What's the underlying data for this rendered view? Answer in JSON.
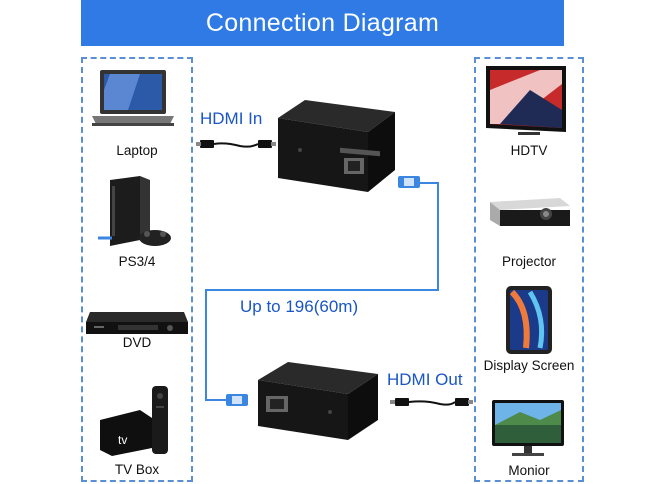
{
  "title": "Connection Diagram",
  "labels": {
    "hdmi_in": "HDMI In",
    "distance": "Up to 196(60m)",
    "hdmi_out": "HDMI Out"
  },
  "sources": [
    {
      "name": "Laptop",
      "icon": "laptop-icon"
    },
    {
      "name": "PS3/4",
      "icon": "game-console-icon"
    },
    {
      "name": "DVD",
      "icon": "dvd-player-icon"
    },
    {
      "name": "TV Box",
      "icon": "tv-box-icon"
    }
  ],
  "displays": [
    {
      "name": "HDTV",
      "icon": "hdtv-icon"
    },
    {
      "name": "Projector",
      "icon": "projector-icon"
    },
    {
      "name": "Display Screen",
      "icon": "tablet-icon"
    },
    {
      "name": "Monior",
      "icon": "monitor-icon"
    }
  ],
  "colors": {
    "banner": "#2f7ae5",
    "accent_text": "#1a56c4",
    "cable": "#3b86e0",
    "device": "#1a1a1a"
  }
}
